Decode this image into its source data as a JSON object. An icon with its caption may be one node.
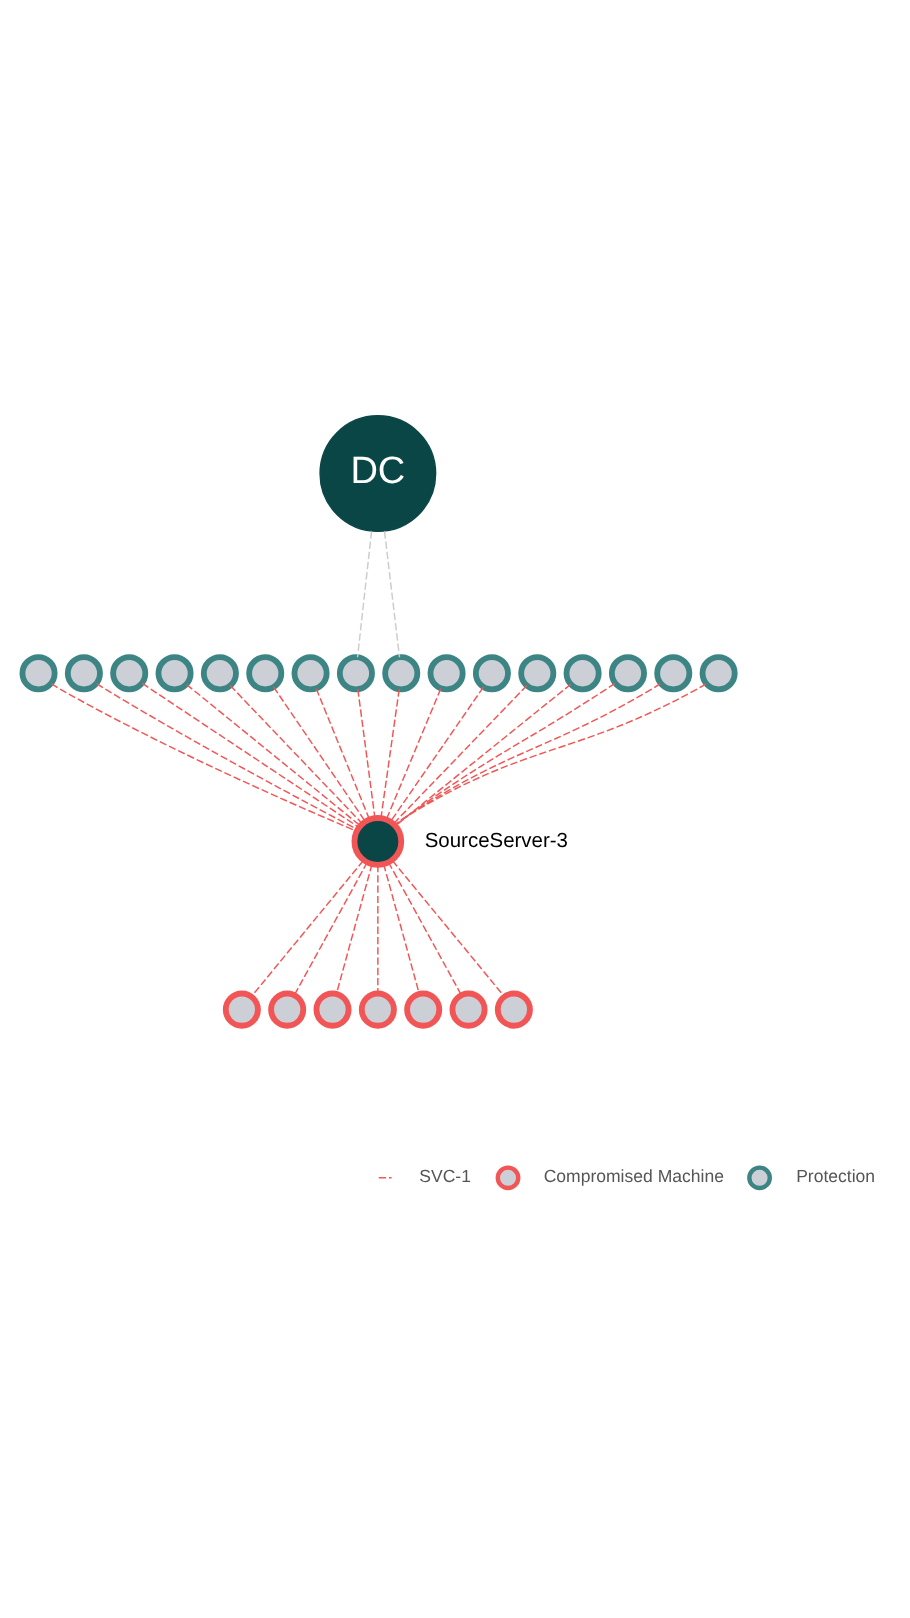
{
  "diagram": {
    "nodes": [
      {
        "text": [
          "DC"
        ]
      },
      {
        "text": [],
        "shape": "circle"
      },
      {
        "text": [],
        "shape": "circle"
      },
      {
        "text": [],
        "shape": "circle"
      },
      {
        "text": [],
        "shape": "circle"
      },
      {
        "text": [],
        "shape": "circle"
      },
      {
        "text": [],
        "shape": "circle"
      },
      {
        "text": [],
        "shape": "circle"
      },
      {
        "text": [],
        "shape": "circle"
      },
      {
        "text": [],
        "shape": "circle"
      },
      {
        "text": [],
        "shape": "circle"
      },
      {
        "text": [],
        "shape": "circle"
      },
      {
        "text": [],
        "shape": "circle"
      },
      {
        "text": [],
        "shape": "circle"
      },
      {
        "text": [],
        "shape": "circle"
      },
      {
        "text": [],
        "shape": "circle"
      },
      {
        "text": [],
        "shape": "circle"
      },
      {
        "text": [],
        "shape": "circle",
        "beside": [
          "SourceServer-3"
        ]
      },
      {
        "text": [],
        "shape": "circle"
      },
      {
        "text": [],
        "shape": "circle"
      },
      {
        "text": [],
        "shape": "circle"
      },
      {
        "text": [],
        "shape": "circle"
      },
      {
        "text": [],
        "shape": "circle"
      },
      {
        "text": [],
        "shape": "circle"
      },
      {
        "text": [],
        "shape": "circle"
      }
    ],
    "edges": [
      {
        "from": 0,
        "to": 8,
        "arrow": "none",
        "style": "dashed",
        "color": "#cccccc"
      },
      {
        "from": 0,
        "to": 9,
        "arrow": "none",
        "style": "dashed",
        "color": "#cccccc"
      },
      {
        "from": 1,
        "to": 17,
        "arrow": "none",
        "style": "dashed"
      },
      {
        "from": 2,
        "to": 17,
        "arrow": "none",
        "style": "dashed"
      },
      {
        "from": 3,
        "to": 17,
        "arrow": "none",
        "style": "dashed"
      },
      {
        "from": 4,
        "to": 17,
        "arrow": "none",
        "style": "dashed"
      },
      {
        "from": 5,
        "to": 17,
        "arrow": "none",
        "style": "dashed"
      },
      {
        "from": 6,
        "to": 17,
        "arrow": "none",
        "style": "dashed"
      },
      {
        "from": 7,
        "to": 17,
        "arrow": "none",
        "style": "dashed"
      },
      {
        "from": 8,
        "to": 17,
        "arrow": "none",
        "style": "dashed"
      },
      {
        "from": 9,
        "to": 17,
        "arrow": "none",
        "style": "dashed"
      },
      {
        "from": 10,
        "to": 17,
        "arrow": "none",
        "style": "dashed"
      },
      {
        "from": 11,
        "to": 17,
        "arrow": "none",
        "style": "dashed"
      },
      {
        "from": 12,
        "to": 17,
        "arrow": "none",
        "style": "dashed"
      },
      {
        "from": 13,
        "to": 17,
        "arrow": "none",
        "style": "dashed"
      },
      {
        "from": 14,
        "to": 17,
        "arrow": "none",
        "style": "dashed"
      },
      {
        "from": 15,
        "to": 17,
        "arrow": "none",
        "style": "dashed"
      },
      {
        "from": 16,
        "to": 17,
        "arrow": "none",
        "style": "dashed"
      },
      {
        "from": 17,
        "to": 18,
        "arrow": "none",
        "style": "dashed"
      },
      {
        "from": 17,
        "to": 19,
        "arrow": "none",
        "style": "dashed"
      },
      {
        "from": 17,
        "to": 20,
        "arrow": "none",
        "style": "dashed"
      },
      {
        "from": 17,
        "to": 21,
        "arrow": "none",
        "style": "dashed"
      },
      {
        "from": 17,
        "to": 22,
        "arrow": "none",
        "style": "dashed"
      },
      {
        "from": 17,
        "to": 23,
        "arrow": "none",
        "style": "dashed"
      },
      {
        "from": 17,
        "to": 24,
        "arrow": "none",
        "style": "dashed"
      }
    ],
    "legend": [
      {
        "text": "SVC-1"
      },
      {
        "text": "Compromised Machine"
      },
      {
        "text": "Protection"
      }
    ]
  }
}
